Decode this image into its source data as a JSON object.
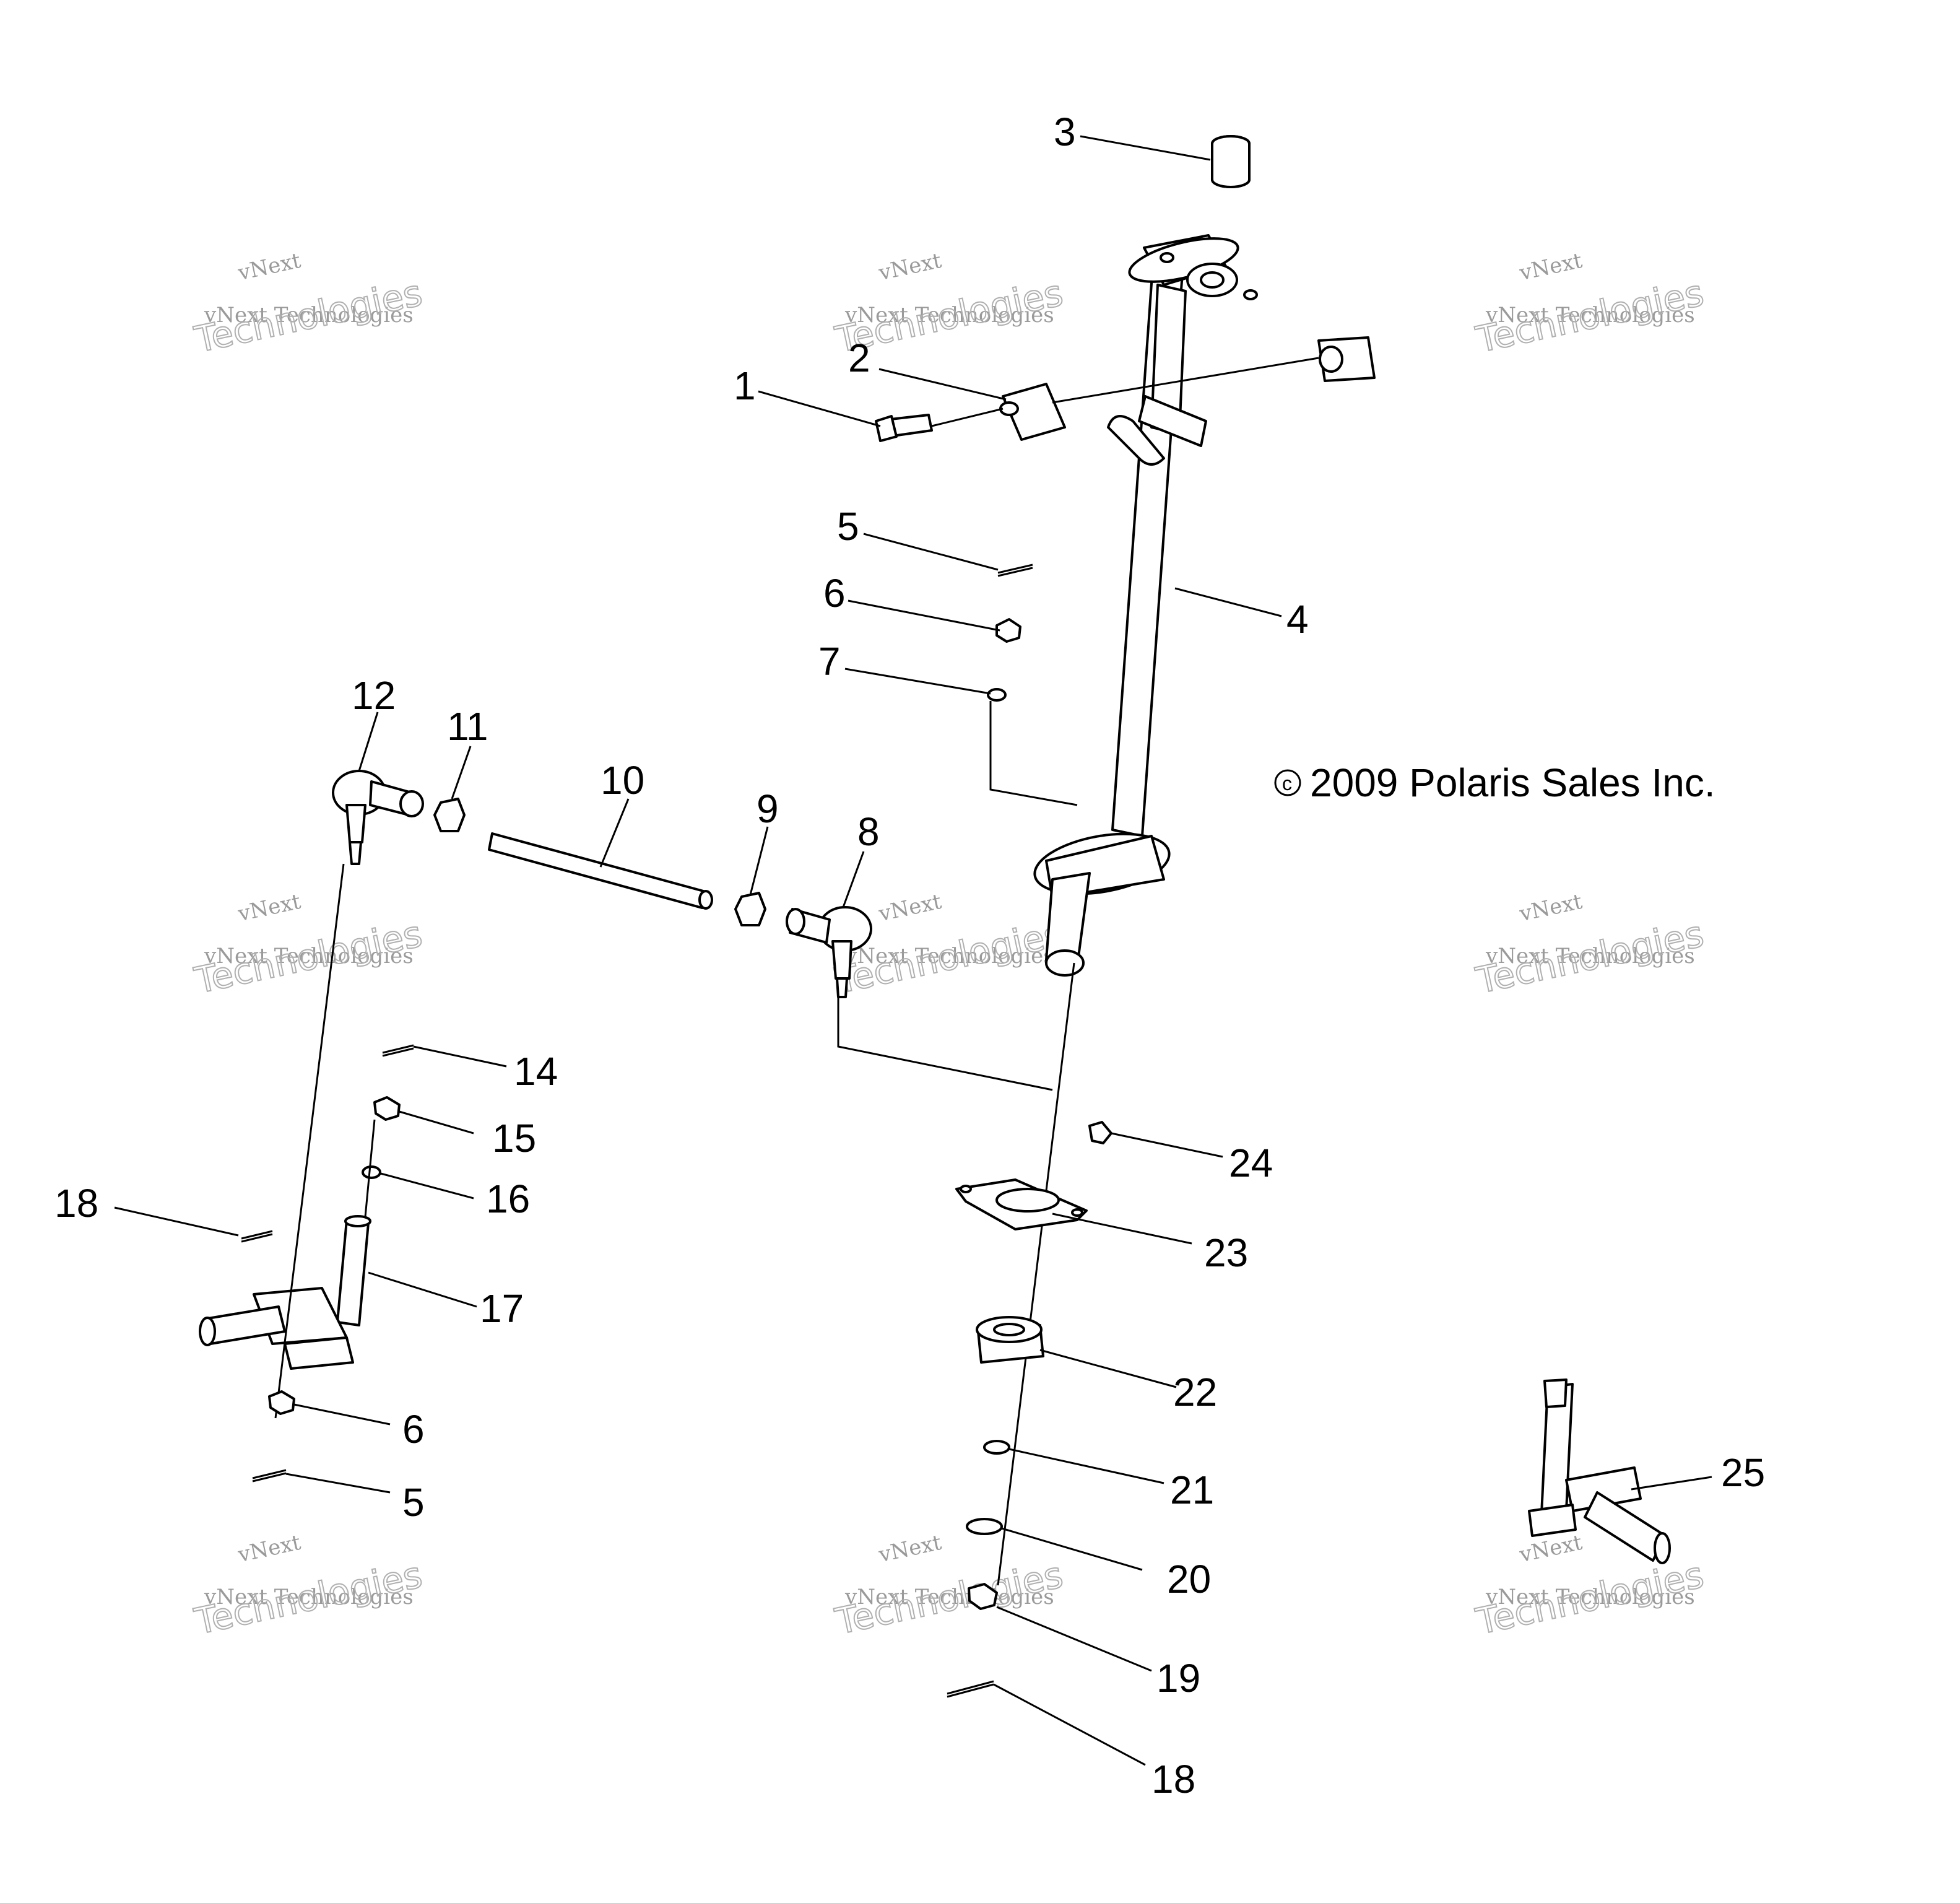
{
  "copyright": "2009 Polaris Sales Inc.",
  "copyright_symbol": "c",
  "watermark": {
    "line1": "vNext",
    "line2": "vNext Technologies",
    "line3": "Technologies"
  },
  "callouts": [
    {
      "id": "c1",
      "label": "1"
    },
    {
      "id": "c2",
      "label": "2"
    },
    {
      "id": "c3",
      "label": "3"
    },
    {
      "id": "c4",
      "label": "4"
    },
    {
      "id": "c5a",
      "label": "5"
    },
    {
      "id": "c6a",
      "label": "6"
    },
    {
      "id": "c7",
      "label": "7"
    },
    {
      "id": "c8",
      "label": "8"
    },
    {
      "id": "c9",
      "label": "9"
    },
    {
      "id": "c10",
      "label": "10"
    },
    {
      "id": "c11",
      "label": "11"
    },
    {
      "id": "c12",
      "label": "12"
    },
    {
      "id": "c14",
      "label": "14"
    },
    {
      "id": "c15",
      "label": "15"
    },
    {
      "id": "c16",
      "label": "16"
    },
    {
      "id": "c17",
      "label": "17"
    },
    {
      "id": "c18a",
      "label": "18"
    },
    {
      "id": "c6b",
      "label": "6"
    },
    {
      "id": "c5b",
      "label": "5"
    },
    {
      "id": "c24",
      "label": "24"
    },
    {
      "id": "c23",
      "label": "23"
    },
    {
      "id": "c22",
      "label": "22"
    },
    {
      "id": "c21",
      "label": "21"
    },
    {
      "id": "c20",
      "label": "20"
    },
    {
      "id": "c19",
      "label": "19"
    },
    {
      "id": "c18b",
      "label": "18"
    },
    {
      "id": "c25",
      "label": "25"
    }
  ]
}
